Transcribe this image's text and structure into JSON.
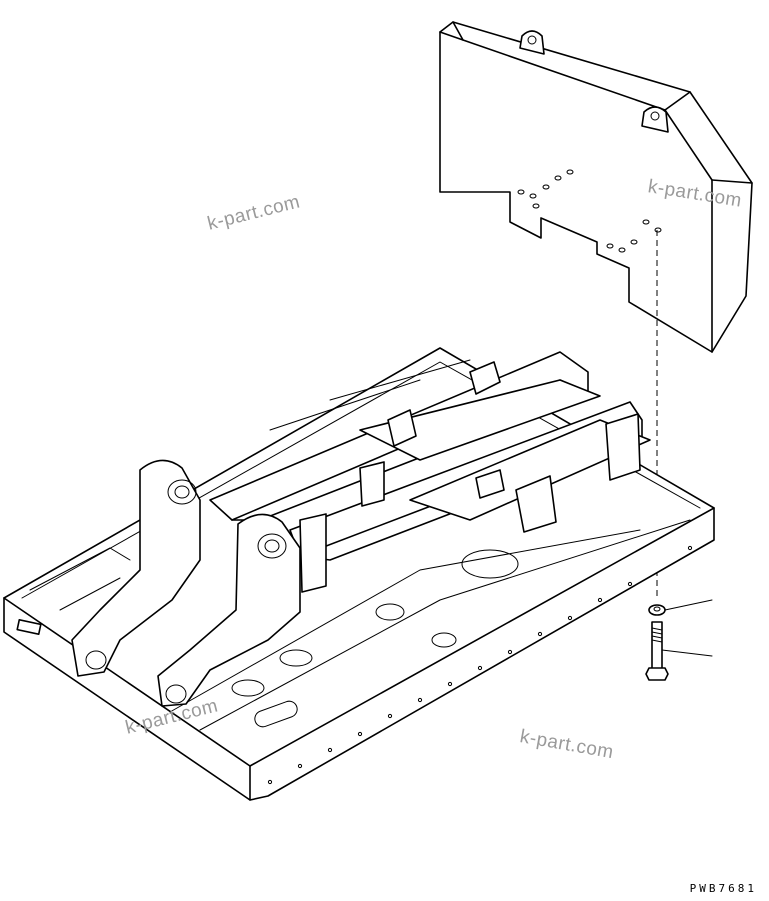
{
  "watermarks": [
    "k-part.com",
    "k-part.com",
    "k-part.com",
    "k-part.com"
  ],
  "drawing_code": "PWB7681",
  "parts": {
    "counterweight": "counterweight-block",
    "washer": "washer",
    "bolt": "bolt",
    "frame": "revolving-frame"
  }
}
